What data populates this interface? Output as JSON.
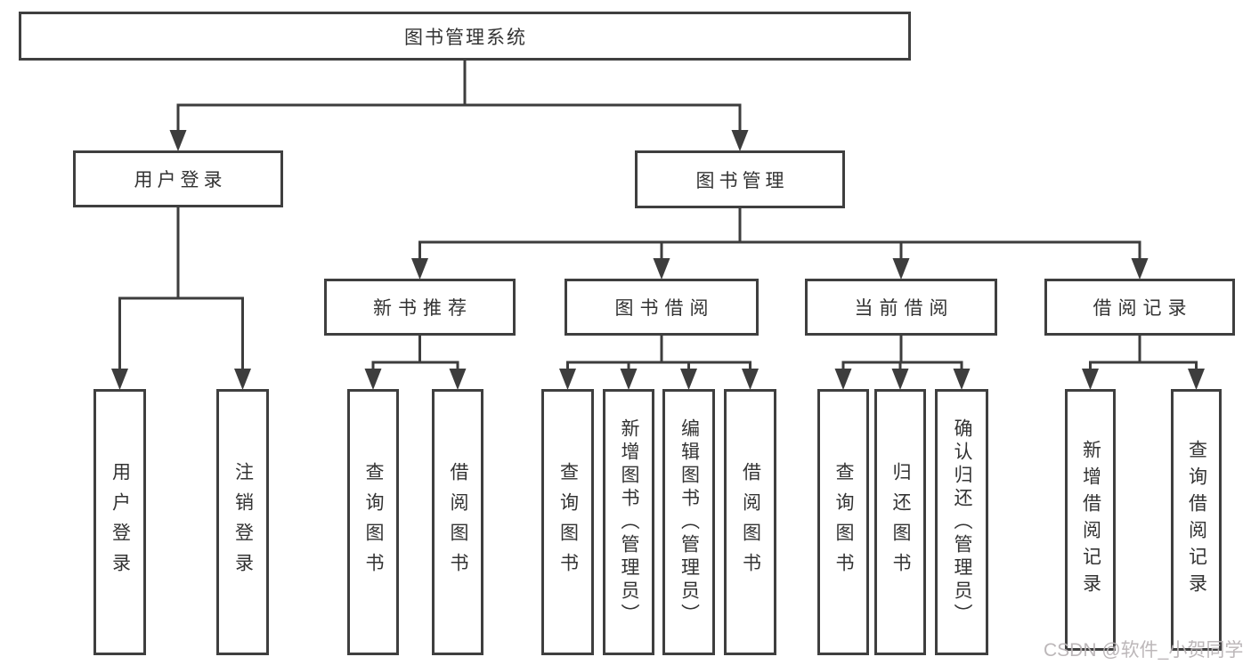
{
  "diagram_title": "图书管理系统",
  "watermark": "CSDN @软件_小贺同学",
  "colors": {
    "line": "#3d3d3d",
    "box_border": "#3f3f3f",
    "text": "#333333",
    "background": "#ffffff",
    "watermark": "#b8b3b5"
  },
  "nodes": {
    "root": {
      "label": "图书管理系统"
    },
    "login": {
      "label": "用户登录"
    },
    "mgmt": {
      "label": "图书管理"
    },
    "newbook": {
      "label": "新书推荐"
    },
    "borrow": {
      "label": "图书借阅"
    },
    "current": {
      "label": "当前借阅"
    },
    "records": {
      "label": "借阅记录"
    },
    "leaf_user_login": {
      "label": "用户登录"
    },
    "leaf_logout": {
      "label": "注销登录"
    },
    "leaf_nb_query": {
      "label": "查询图书"
    },
    "leaf_nb_borrow": {
      "label": "借阅图书"
    },
    "leaf_bw_query": {
      "label": "查询图书"
    },
    "leaf_bw_add": {
      "label": "新增图书（管理员）"
    },
    "leaf_bw_edit": {
      "label": "编辑图书（管理员）"
    },
    "leaf_bw_borrow": {
      "label": "借阅图书"
    },
    "leaf_cur_query": {
      "label": "查询图书"
    },
    "leaf_cur_return": {
      "label": "归还图书"
    },
    "leaf_cur_confirm": {
      "label": "确认归还（管理员）"
    },
    "leaf_rec_add": {
      "label": "新增借阅记录"
    },
    "leaf_rec_query": {
      "label": "查询借阅记录"
    }
  },
  "edges": [
    {
      "from": "root",
      "to": [
        "login",
        "mgmt"
      ]
    },
    {
      "from": "login",
      "to": [
        "leaf_user_login",
        "leaf_logout"
      ]
    },
    {
      "from": "mgmt",
      "to": [
        "newbook",
        "borrow",
        "current",
        "records"
      ]
    },
    {
      "from": "newbook",
      "to": [
        "leaf_nb_query",
        "leaf_nb_borrow"
      ]
    },
    {
      "from": "borrow",
      "to": [
        "leaf_bw_query",
        "leaf_bw_add",
        "leaf_bw_edit",
        "leaf_bw_borrow"
      ]
    },
    {
      "from": "current",
      "to": [
        "leaf_cur_query",
        "leaf_cur_return",
        "leaf_cur_confirm"
      ]
    },
    {
      "from": "records",
      "to": [
        "leaf_rec_add",
        "leaf_rec_query"
      ]
    }
  ]
}
